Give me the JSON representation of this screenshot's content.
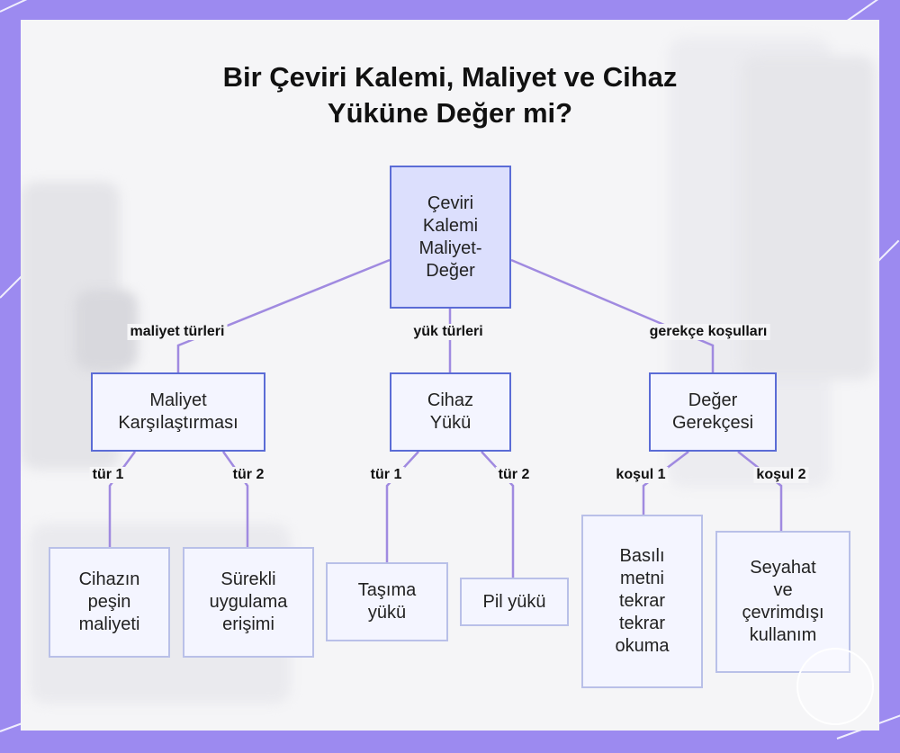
{
  "title_line1": "Bir Çeviri Kalemi, Maliyet ve Cihaz",
  "title_line2": "Yüküne Değer mi?",
  "root": {
    "lines": [
      "Çeviri",
      "Kalemi",
      "Maliyet-",
      "Değer"
    ]
  },
  "branches": {
    "cost": {
      "edge_label": "maliyet türleri",
      "lines": [
        "Maliyet",
        "Karşılaştırması"
      ],
      "children": [
        {
          "edge_label": "tür 1",
          "lines": [
            "Cihazın",
            "peşin",
            "maliyeti"
          ]
        },
        {
          "edge_label": "tür 2",
          "lines": [
            "Sürekli",
            "uygulama",
            "erişimi"
          ]
        }
      ]
    },
    "load": {
      "edge_label": "yük türleri",
      "lines": [
        "Cihaz",
        "Yükü"
      ],
      "children": [
        {
          "edge_label": "tür 1",
          "lines": [
            "Taşıma",
            "yükü"
          ]
        },
        {
          "edge_label": "tür 2",
          "lines": [
            "Pil yükü"
          ]
        }
      ]
    },
    "value": {
      "edge_label": "gerekçe koşulları",
      "lines": [
        "Değer",
        "Gerekçesi"
      ],
      "children": [
        {
          "edge_label": "koşul 1",
          "lines": [
            "Basılı",
            "metni",
            "tekrar",
            "tekrar",
            "okuma"
          ]
        },
        {
          "edge_label": "koşul 2",
          "lines": [
            "Seyahat",
            "ve",
            "çevrimdışı",
            "kullanım"
          ]
        }
      ]
    }
  },
  "colors": {
    "frame": "#9c8af0",
    "edge": "#a08ae0",
    "root_fill": "#dcdffd",
    "node_border": "#5b6cd6"
  }
}
